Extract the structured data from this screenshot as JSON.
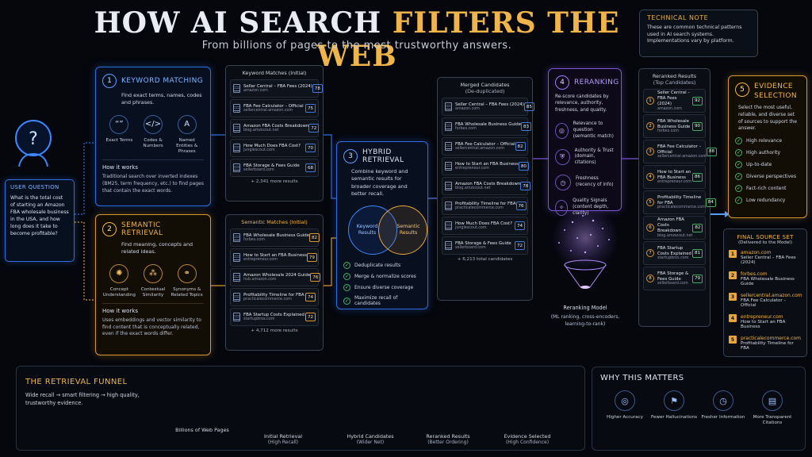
{
  "header": {
    "title_part1": "HOW AI SEARCH ",
    "title_part2": "FILTERS THE WEB",
    "subtitle": "From billions of pages to the most trustworthy answers."
  },
  "technical_note": {
    "heading": "TECHNICAL NOTE",
    "body": "These are common technical patterns used in AI search systems. Implementations vary by platform."
  },
  "user_question": {
    "heading": "USER QUESTION",
    "icon": "question-mark-head-icon",
    "text": "What is the total cost of starting an Amazon FBA wholesale business in the USA, and how long does it take to become profitable?"
  },
  "keyword_matching": {
    "number": "1",
    "title": "KEYWORD MATCHING",
    "description": "Find exact terms, names, codes and phrases.",
    "icons": [
      {
        "glyph": "“”",
        "label": "Exact Terms"
      },
      {
        "glyph": "</>",
        "label": "Codes & Numbers"
      },
      {
        "glyph": "A",
        "label": "Named Entities & Phrases"
      }
    ],
    "how_heading": "How it works",
    "how_text": "Traditional search over inverted indexes (BM25, term frequency, etc.) to find pages that contain the exact words."
  },
  "semantic_retrieval": {
    "number": "2",
    "title": "SEMANTIC RETRIEVAL",
    "description": "Find meaning, concepts and related ideas.",
    "icons": [
      {
        "glyph": "✺",
        "label": "Concept Understanding"
      },
      {
        "glyph": "⁂",
        "label": "Contextual Similarity"
      },
      {
        "glyph": "⚭",
        "label": "Synonyms & Related Topics"
      }
    ],
    "how_heading": "How it works",
    "how_text": "Uses embeddings and vector similarity to find content that is conceptually related, even if the exact words differ."
  },
  "keyword_matches": {
    "heading": "Keyword Matches (Initial)",
    "rows": [
      {
        "title": "Seller Central – FBA Fees (2024)",
        "domain": "amazon.com",
        "score": "78"
      },
      {
        "title": "FBA Fee Calculator – Official",
        "domain": "sellercentral.amazon.com",
        "score": "75"
      },
      {
        "title": "Amazon FBA Costs Breakdown",
        "domain": "blog.amzscout.net",
        "score": "72"
      },
      {
        "title": "How Much Does FBA Cost?",
        "domain": "junglescout.com",
        "score": "70"
      },
      {
        "title": "FBA Storage & Fees Guide",
        "domain": "sellerboard.com",
        "score": "68"
      }
    ],
    "more": "+ 2,341 more results"
  },
  "semantic_matches": {
    "heading": "Semantic Matches (Initial)",
    "rows": [
      {
        "title": "FBA Wholesale Business Guide",
        "domain": "forbes.com",
        "score": "82"
      },
      {
        "title": "How to Start an FBA Business",
        "domain": "entrepreneur.com",
        "score": "79"
      },
      {
        "title": "Amazon Wholesale 2024 Guide",
        "domain": "hub.amazon.com",
        "score": "76"
      },
      {
        "title": "Profitability Timeline for FBA",
        "domain": "practicalecommerce.com",
        "score": "74"
      },
      {
        "title": "FBA Startup Costs Explained",
        "domain": "startupbros.com",
        "score": "72"
      }
    ],
    "more": "+ 4,712 more results"
  },
  "hybrid": {
    "number": "3",
    "title": "HYBRID RETRIEVAL",
    "description": "Combine keyword and semantic results for broader coverage and better recall.",
    "venn_left": "Keyword Results",
    "venn_right": "Semantic Results",
    "checks": [
      "Deduplicate results",
      "Merge & normalize scores",
      "Ensure diverse coverage",
      "Maximize recall of candidates"
    ]
  },
  "merged": {
    "heading": "Merged Candidates",
    "subheading": "(De-duplicated)",
    "rows": [
      {
        "title": "Seller Central – FBA Fees (2024)",
        "domain": "amazon.com",
        "score": "85"
      },
      {
        "title": "FBA Wholesale Business Guide",
        "domain": "forbes.com",
        "score": "83"
      },
      {
        "title": "FBA Fee Calculator – Official",
        "domain": "sellercentral.amazon.com",
        "score": "82"
      },
      {
        "title": "How to Start an FBA Business",
        "domain": "entrepreneur.com",
        "score": "80"
      },
      {
        "title": "Amazon FBA Costs Breakdown",
        "domain": "blog.amzscout.net",
        "score": "78"
      },
      {
        "title": "Profitability Timeline for FBA",
        "domain": "practicalecommerce.com",
        "score": "76"
      },
      {
        "title": "How Much Does FBA Cost?",
        "domain": "junglescout.com",
        "score": "74"
      },
      {
        "title": "FBA Storage & Fees Guide",
        "domain": "sellerboard.com",
        "score": "72"
      }
    ],
    "more": "+ 6,213 total candidates"
  },
  "reranking": {
    "number": "4",
    "title": "RERANKING",
    "description": "Re-score candidates by relevance, authority, freshness, and quality.",
    "factors": [
      {
        "glyph": "◎",
        "label": "Relevance to question",
        "sub": "(semantic match)"
      },
      {
        "glyph": "⛨",
        "label": "Authority & Trust",
        "sub": "(domain, citations)"
      },
      {
        "glyph": "◷",
        "label": "Freshness",
        "sub": "(recency of info)"
      },
      {
        "glyph": "✧",
        "label": "Quality Signals",
        "sub": "(content depth, clarity)"
      }
    ],
    "model_heading": "Reranking Model",
    "model_text": "(ML ranking, cross-encoders, learning-to-rank)"
  },
  "reranked": {
    "heading": "Reranked Results",
    "subheading": "(Top Candidates)",
    "rows": [
      {
        "rank": "1",
        "title": "Seller Central – FBA Fees (2024)",
        "domain": "amazon.com",
        "score": "92"
      },
      {
        "rank": "2",
        "title": "FBA Wholesale Business Guide",
        "domain": "forbes.com",
        "score": "90"
      },
      {
        "rank": "3",
        "title": "FBA Fee Calculator – Official",
        "domain": "sellercentral.amazon.com",
        "score": "88"
      },
      {
        "rank": "4",
        "title": "How to Start an FBA Business",
        "domain": "entrepreneur.com",
        "score": "86"
      },
      {
        "rank": "5",
        "title": "Profitability Timeline for FBA",
        "domain": "practicalecommerce.com",
        "score": "84"
      },
      {
        "rank": "6",
        "title": "Amazon FBA Costs Breakdown",
        "domain": "blog.amzscout.net",
        "score": "82"
      },
      {
        "rank": "7",
        "title": "FBA Startup Costs Explained",
        "domain": "startupbros.com",
        "score": "81"
      },
      {
        "rank": "8",
        "title": "FBA Storage & Fees Guide",
        "domain": "sellerboard.com",
        "score": "79"
      }
    ]
  },
  "evidence": {
    "number": "5",
    "title": "EVIDENCE SELECTION",
    "description": "Select the most useful, reliable, and diverse set of sources to support the answer.",
    "checks": [
      "High relevance",
      "High authority",
      "Up-to-date",
      "Diverse perspectives",
      "Fact-rich content",
      "Low redundancy"
    ]
  },
  "final_source_set": {
    "heading": "FINAL SOURCE SET",
    "subheading": "(Delivered to the Model)",
    "items": [
      {
        "n": "1",
        "domain": "amazon.com",
        "title": "Seller Central – FBA Fees (2024)"
      },
      {
        "n": "2",
        "domain": "forbes.com",
        "title": "FBA Wholesale Business Guide"
      },
      {
        "n": "3",
        "domain": "sellercentral.amazon.com",
        "title": "FBA Fee Calculator – Official"
      },
      {
        "n": "4",
        "domain": "entrepreneur.com",
        "title": "How to Start an FBA Business"
      },
      {
        "n": "5",
        "domain": "practicalecommerce.com",
        "title": "Profitability Timeline for FBA"
      }
    ]
  },
  "funnel": {
    "heading": "THE RETRIEVAL FUNNEL",
    "text": "Wide recall → smart filtering → high quality, trustworthy evidence.",
    "stages": [
      {
        "label": "Billions of Web Pages",
        "sub": ""
      },
      {
        "label": "Initial Retrieval",
        "sub": "(High Recall)"
      },
      {
        "label": "Hybrid Candidates",
        "sub": "(Wider Net)"
      },
      {
        "label": "Reranked Results",
        "sub": "(Better Ordering)"
      },
      {
        "label": "Evidence Selected",
        "sub": "(High Confidence)"
      }
    ]
  },
  "why": {
    "heading": "WHY THIS MATTERS",
    "items": [
      {
        "glyph": "◎",
        "label": "Higher Accuracy"
      },
      {
        "glyph": "⚑",
        "label": "Fewer Hallucinations"
      },
      {
        "glyph": "◷",
        "label": "Fresher Information"
      },
      {
        "glyph": "▤",
        "label": "More Transparent Citations"
      }
    ]
  },
  "colors": {
    "accent_blue": "#2d6fe2",
    "accent_gold": "#f0b54a",
    "accent_purple": "#7a55d8",
    "check_green": "#46b364"
  }
}
